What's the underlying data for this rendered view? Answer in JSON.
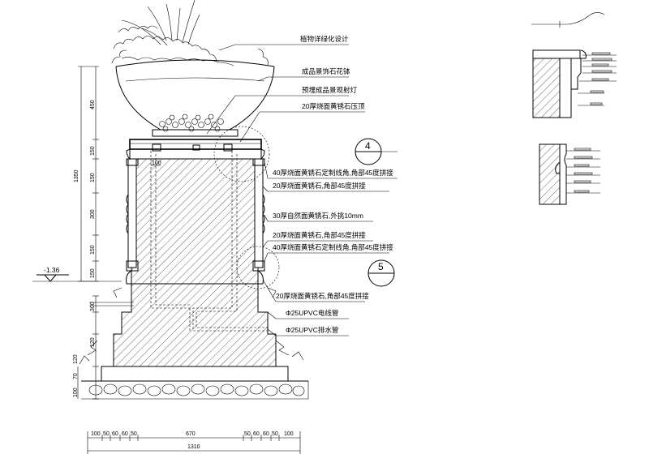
{
  "annotations": [
    "植物详绿化设计",
    "成品景饰石花钵",
    "预埋成品景观射灯",
    "20厚烧面黄锈石压顶",
    "40厚烧面黄锈石定制线角,角部45度拼接",
    "20厚烧面黄锈石,角部45度拼接",
    "30厚自然面黄锈石,外挑10mm",
    "20厚烧面黄锈石,角部45度拼接",
    "40厚烧面黄锈石定制线角,角部45度拼接",
    "20厚烧面黄锈石,角部45度拼接",
    "Φ25UPVC电线管",
    "Φ25UPVC排水管"
  ],
  "detail_callouts": {
    "top": "4",
    "bottom": "5"
  },
  "level_mark": "-1.36",
  "dimensions": {
    "left_total": "1350",
    "left_segments": [
      "450",
      "150",
      "150",
      "300",
      "150",
      "150"
    ],
    "left_lower": [
      "300",
      "120",
      "120",
      "70",
      "100"
    ],
    "inner_width": "100",
    "bottom_segments": [
      "100",
      "50",
      "60",
      "60",
      "50",
      "670",
      "50",
      "60",
      "60",
      "50",
      "100"
    ],
    "bottom_total": "1310"
  }
}
